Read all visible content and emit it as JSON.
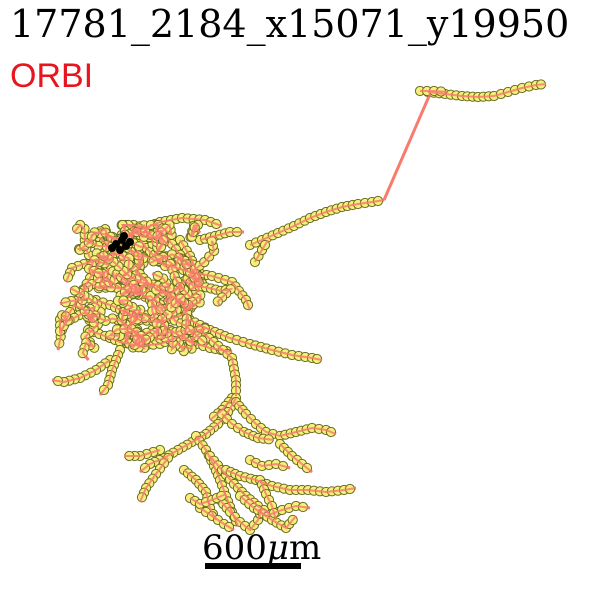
{
  "figure": {
    "title": "17781_2184_x15071_y19950",
    "label": "ORBI",
    "label_color": "#e8141e",
    "edge_color": "#f87b6d",
    "node_fill": "#f4f07a",
    "node_stroke": "#6b6b23",
    "soma_color": "#000000"
  },
  "scale_bar": {
    "value": "600",
    "mu": "μ",
    "unit": "m"
  }
}
